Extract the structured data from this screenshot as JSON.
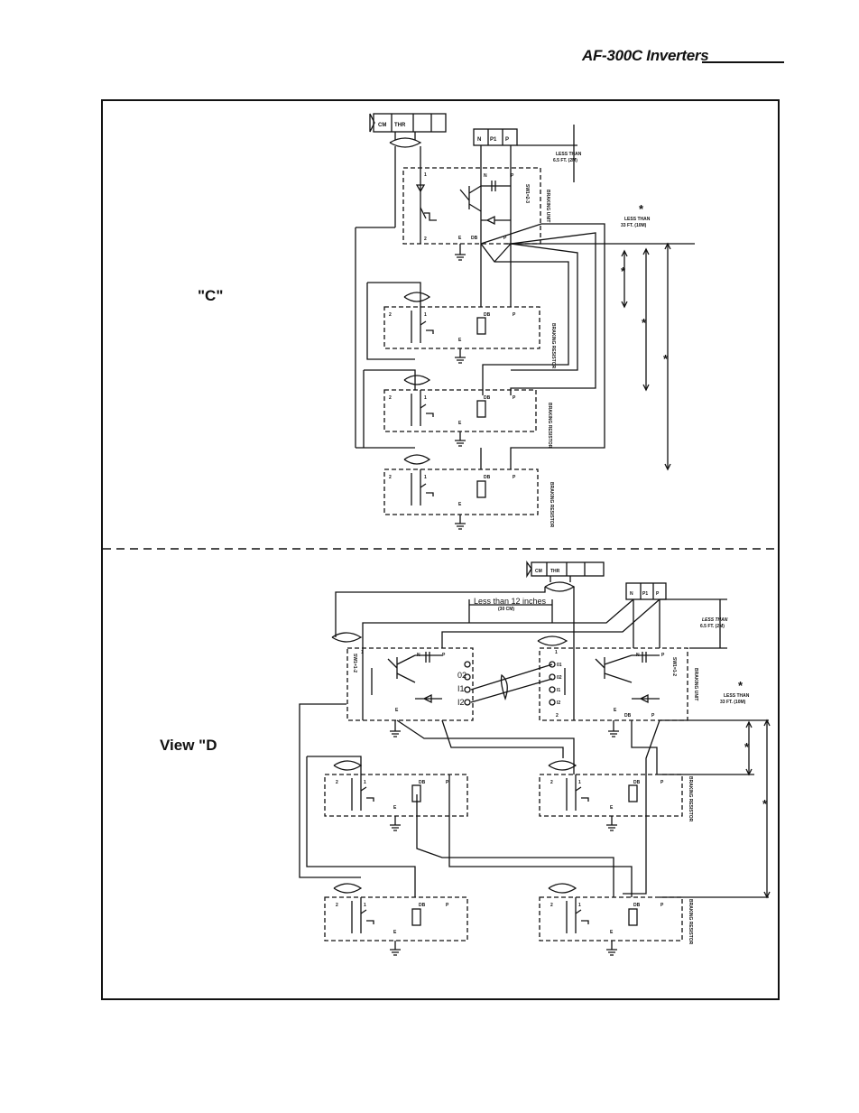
{
  "header": {
    "title": "AF-300C Inverters"
  },
  "view_c": {
    "label": "\"C\""
  },
  "view_d": {
    "label": "View \"D"
  },
  "terminals": {
    "cm": "CM",
    "thr": "THR",
    "n": "N",
    "p1": "P1",
    "p": "P",
    "db": "DB",
    "e": "E",
    "one": "1",
    "two": "2",
    "o1": "01",
    "o2": "02",
    "i1": "I1",
    "i2": "I2"
  },
  "labels": {
    "less_than_6_5ft": "LESS THAN",
    "six_five_ft": "6.5 FT. (2M)",
    "less_than_33ft": "LESS THAN",
    "thirtythree_ft": "33 FT. (10M)",
    "asterisk": "*",
    "braking_unit": "BRAKING UNIT",
    "braking_resistor": "BRAKING RESISTOR",
    "sw_c": "SW1=2-3",
    "sw_d": "SW1=1-2",
    "less_than_12in": "Less than 12 inches",
    "thirty_cm": "(30 CM)"
  },
  "colors": {
    "ink": "#111111",
    "paper": "#ffffff"
  }
}
